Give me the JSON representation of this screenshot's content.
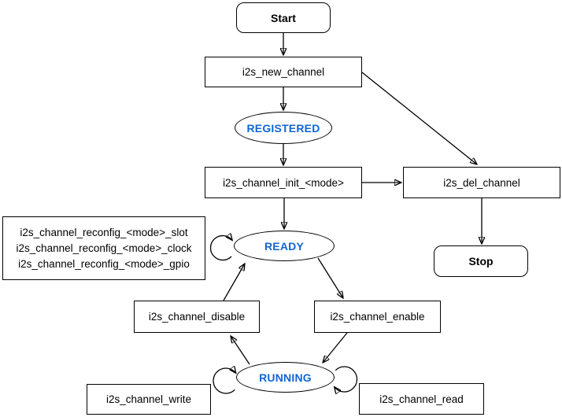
{
  "colors": {
    "stroke": "#000000",
    "fill": "#ffffff",
    "state_text": "#1166d4",
    "label_text": "#000000"
  },
  "nodes": {
    "start": {
      "label": "Start"
    },
    "new_channel": {
      "label": "i2s_new_channel"
    },
    "registered": {
      "label": "REGISTERED"
    },
    "init": {
      "label": "i2s_channel_init_<mode>"
    },
    "del_channel": {
      "label": "i2s_del_channel"
    },
    "stop": {
      "label": "Stop"
    },
    "reconfig": {
      "lines": [
        "i2s_channel_reconfig_<mode>_slot",
        "i2s_channel_reconfig_<mode>_clock",
        "i2s_channel_reconfig_<mode>_gpio"
      ]
    },
    "ready": {
      "label": "READY"
    },
    "disable": {
      "label": "i2s_channel_disable"
    },
    "enable": {
      "label": "i2s_channel_enable"
    },
    "running": {
      "label": "RUNNING"
    },
    "write": {
      "label": "i2s_channel_write"
    },
    "read": {
      "label": "i2s_channel_read"
    }
  },
  "edges": [
    {
      "from": "Start",
      "to": "i2s_new_channel"
    },
    {
      "from": "i2s_new_channel",
      "to": "REGISTERED"
    },
    {
      "from": "i2s_new_channel",
      "to": "i2s_del_channel"
    },
    {
      "from": "REGISTERED",
      "to": "i2s_channel_init_<mode>"
    },
    {
      "from": "i2s_channel_init_<mode>",
      "to": "i2s_del_channel"
    },
    {
      "from": "i2s_channel_init_<mode>",
      "to": "READY"
    },
    {
      "from": "i2s_del_channel",
      "to": "Stop"
    },
    {
      "from": "READY",
      "to": "READY"
    },
    {
      "from": "READY",
      "to": "i2s_channel_enable"
    },
    {
      "from": "i2s_channel_enable",
      "to": "RUNNING"
    },
    {
      "from": "RUNNING",
      "to": "i2s_channel_disable"
    },
    {
      "from": "i2s_channel_disable",
      "to": "READY"
    },
    {
      "from": "RUNNING",
      "to": "RUNNING"
    },
    {
      "from": "RUNNING",
      "to": "RUNNING"
    }
  ]
}
